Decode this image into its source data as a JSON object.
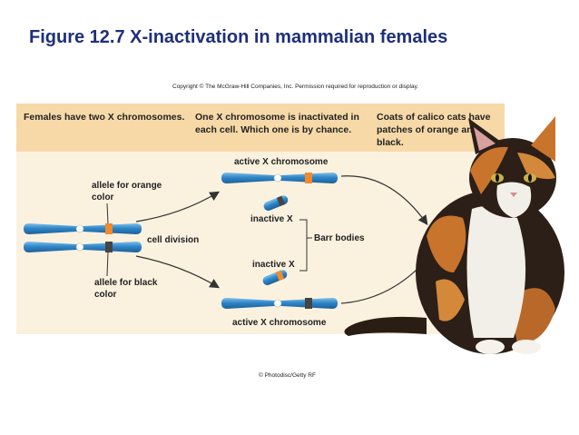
{
  "title": "Figure 12.7 X-inactivation in mammalian females",
  "copyright": "Copyright © The McGraw-Hill Companies, Inc. Permission required for reproduction or display.",
  "header": {
    "col1": "Females have two X chromosomes.",
    "col2": "One X chromosome is inactivated in each cell. Which one is by chance.",
    "col3": "Coats of calico cats have patches of orange and black."
  },
  "labels": {
    "allele_orange": "allele for orange color",
    "allele_black": "allele for black color",
    "cell_division": "cell division",
    "active_x_top": "active X chromosome",
    "active_x_bottom": "active X chromosome",
    "inactive_x_top": "inactive X",
    "inactive_x_bottom": "inactive X",
    "barr_bodies": "Barr bodies"
  },
  "photo_credit": "© Photodisc/Getty RF",
  "colors": {
    "title": "#1f2f7a",
    "chromosome": "#2f86c8",
    "orange_allele": "#f08a2a",
    "black_allele": "#444444",
    "panel_header": "#f7d9a8",
    "panel_body": "#fbf1df"
  }
}
